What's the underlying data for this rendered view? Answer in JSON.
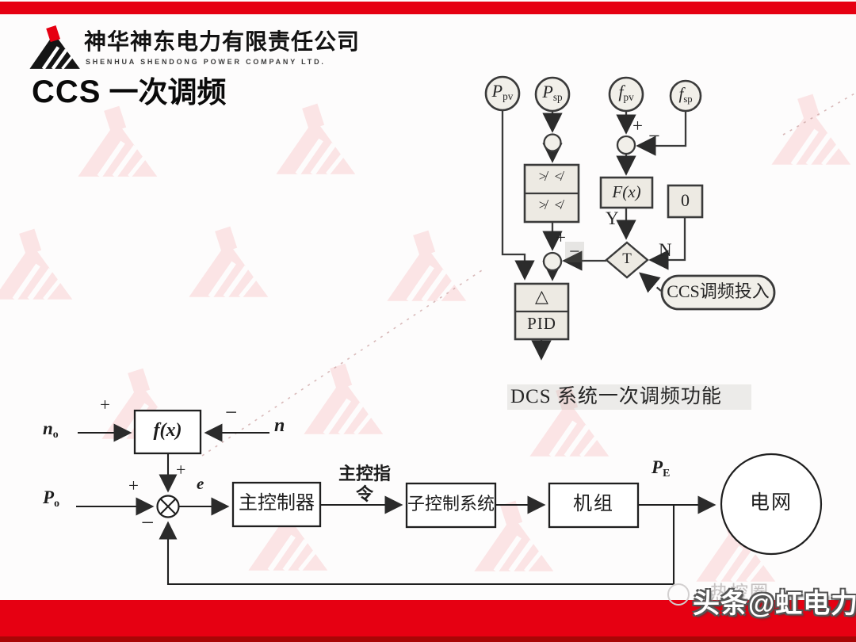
{
  "sym": {
    "plus": "+",
    "minus": "−"
  },
  "header": {
    "company_cn": "神华神东电力有限责任公司",
    "company_en": "SHENHUA SHENDONG POWER COMPANY LTD.",
    "title_en": "CCS",
    "title_cn": "一次调频"
  },
  "dcs": {
    "caption": "DCS 系统一次调频功能",
    "ppv": {
      "base": "P",
      "sub": "pv"
    },
    "psp": {
      "base": "P",
      "sub": "sp"
    },
    "fpv": {
      "base": "f",
      "sub": "pv"
    },
    "fsp": {
      "base": "f",
      "sub": "sp"
    },
    "limiter_top": "≯ ≮",
    "limiter_bottom": "≯ ≮",
    "fx": "F(x)",
    "zero": "0",
    "branch_yes": "Y",
    "branch_no": "N",
    "transfer": "T",
    "delta": "△",
    "pid": "PID",
    "ccs_switch": "CCS调频投入"
  },
  "loop": {
    "n0": {
      "base": "n",
      "sub": "o"
    },
    "n": "n",
    "p0": {
      "base": "P",
      "sub": "o"
    },
    "pe": {
      "base": "P",
      "sub": "E"
    },
    "error": "e",
    "fx": "f(x)",
    "master": "主控制器",
    "cmd_line1": "主控指",
    "cmd_line2": "令",
    "subsystem": "子控制系统",
    "unit": "机组",
    "grid": "电网"
  },
  "footer": {
    "watermark_faint": "热控圈",
    "watermark_main": "头条@虹电力"
  },
  "colors": {
    "accent_red": "#e60012",
    "bar_dark": "#a80606",
    "diagram_line": "#2f2f2f",
    "scan_fill": "#edeae3"
  }
}
